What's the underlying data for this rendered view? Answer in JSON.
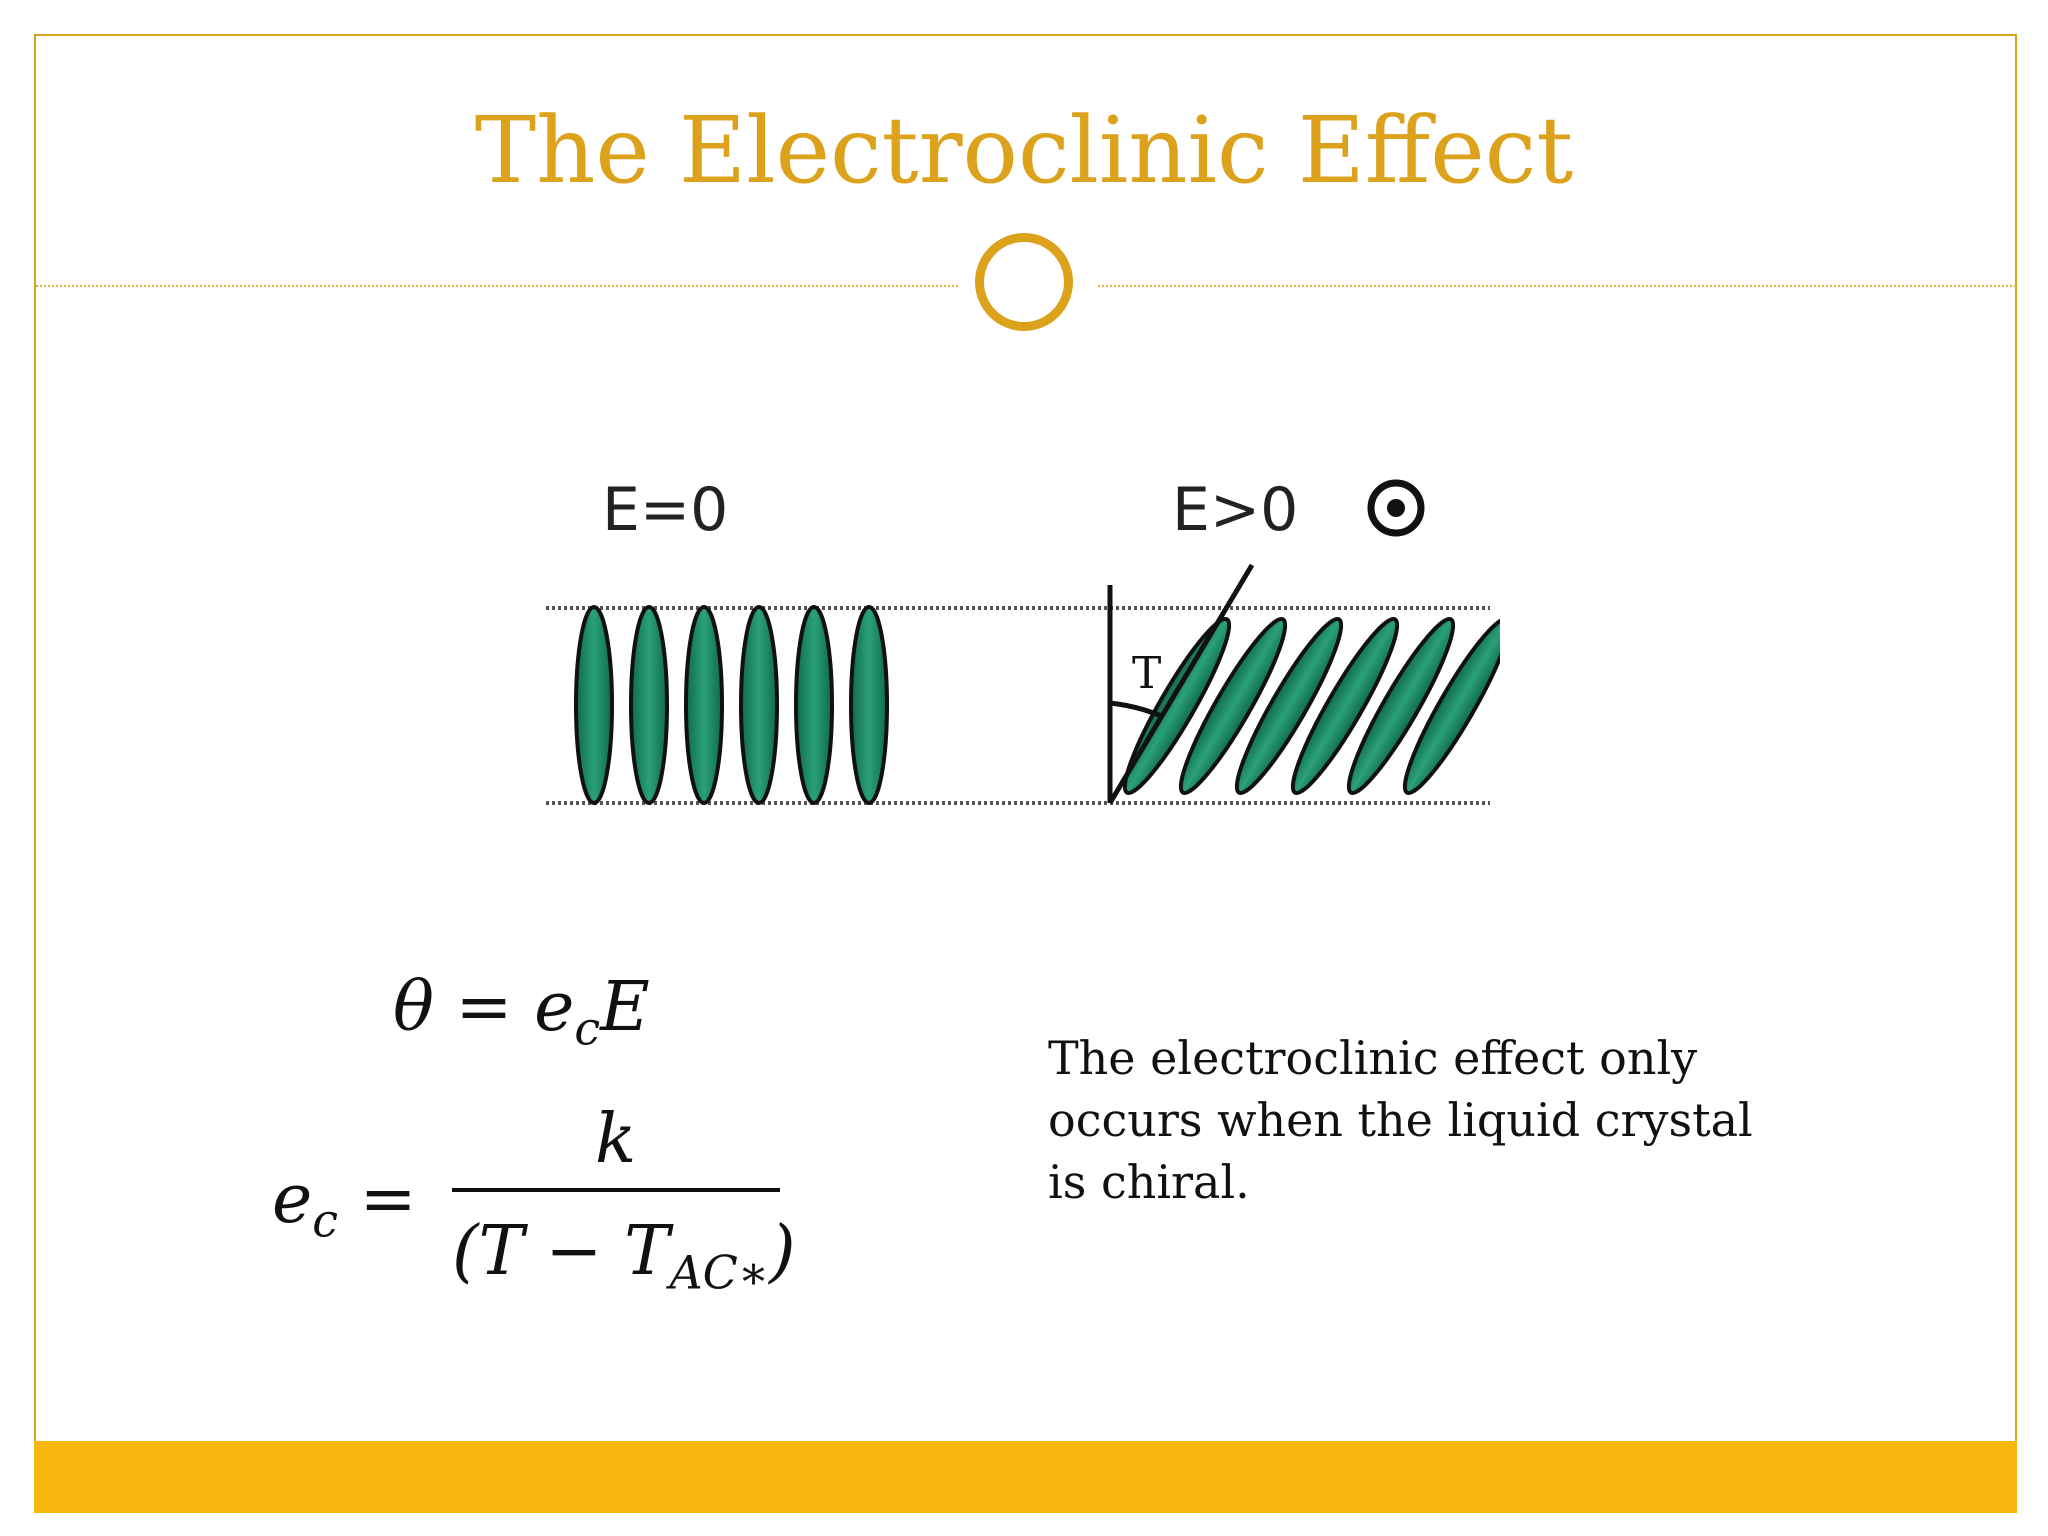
{
  "slide": {
    "title": "The Electroclinic Effect",
    "colors": {
      "accent": "#dca21c",
      "bar": "#f8b70e",
      "molecule": "#1f8a63"
    }
  },
  "figure": {
    "label_left": "E=0",
    "label_right": "E>0",
    "angle_label": "T",
    "field_symbol": "dot-in-circle-icon"
  },
  "equations": {
    "eq1_lhs": "θ = e",
    "eq1_sub": "c",
    "eq1_rhs": "E",
    "eq2_lhs": "e",
    "eq2_lhs_sub": "c",
    "eq2_equals": " =",
    "eq2_numerator": "k",
    "eq2_den_pre": "(T − T",
    "eq2_den_sub": "AC∗",
    "eq2_den_post": ")"
  },
  "note": {
    "text": "The electroclinic effect only occurs when the liquid crystal is chiral."
  }
}
